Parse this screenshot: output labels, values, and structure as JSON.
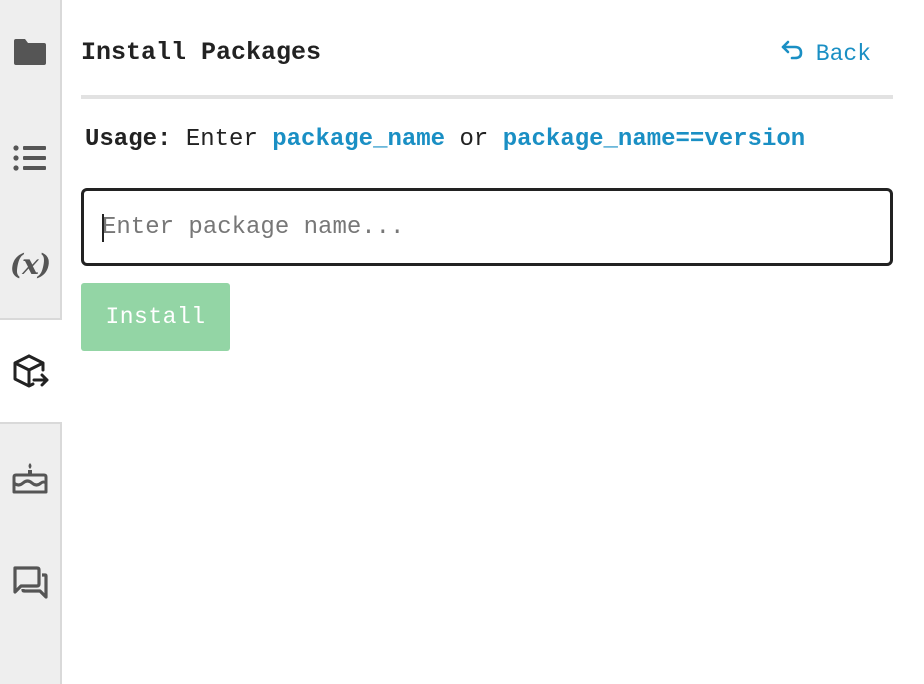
{
  "sidebar": {
    "items": [
      {
        "icon": "folder-icon",
        "active": false
      },
      {
        "icon": "list-icon",
        "active": false
      },
      {
        "icon": "variables-icon",
        "label": "(x)",
        "active": false
      },
      {
        "icon": "package-icon",
        "active": true
      },
      {
        "icon": "cake-icon",
        "active": false
      },
      {
        "icon": "chat-icon",
        "active": false
      }
    ]
  },
  "header": {
    "title": "Install Packages",
    "back_label": "Back"
  },
  "usage": {
    "label": "Usage:",
    "text_enter": "Enter",
    "code_1": "package_name",
    "text_or": "or",
    "code_2": "package_name==version"
  },
  "package_input": {
    "value": "",
    "placeholder": "Enter package name..."
  },
  "install_button": {
    "label": "Install",
    "color": "#93d5a5"
  },
  "colors": {
    "accent": "#1a8fc4",
    "sidebar_bg": "#eeeeee",
    "text": "#222222"
  }
}
